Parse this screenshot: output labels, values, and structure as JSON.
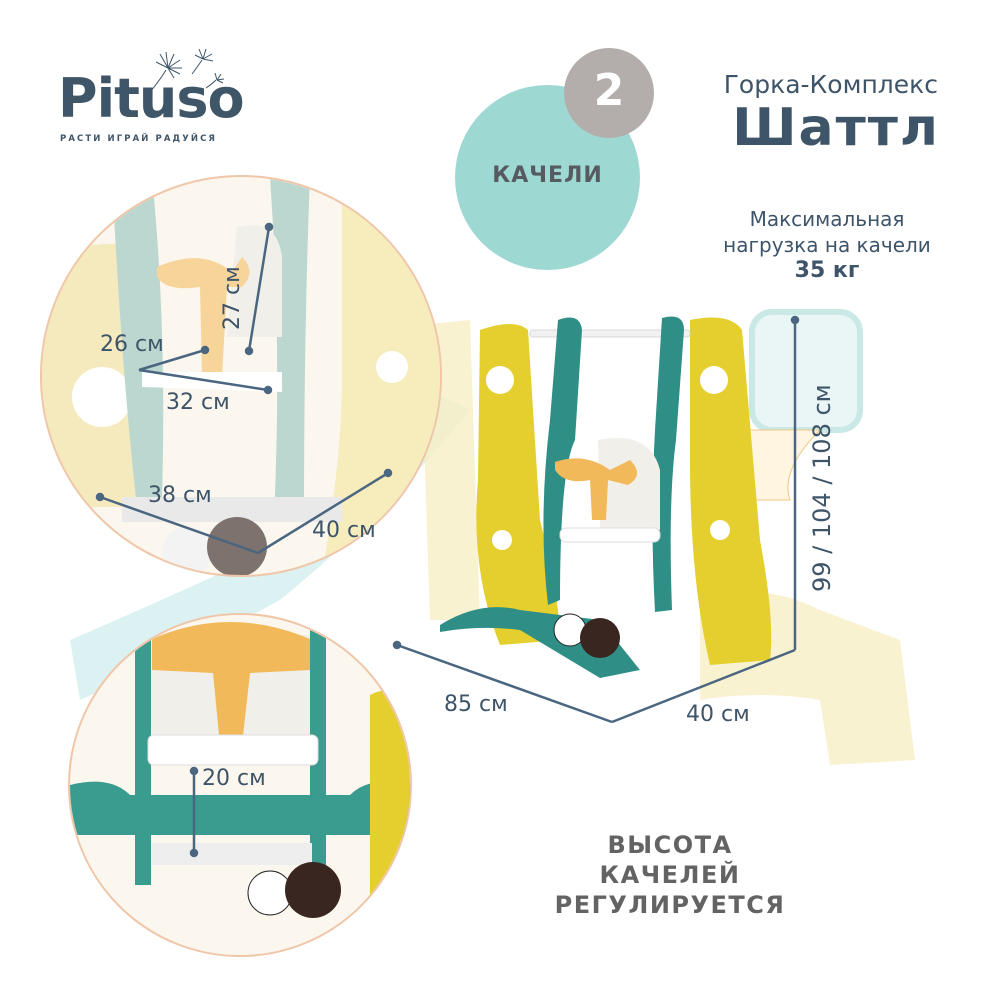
{
  "brand": {
    "name": "Pituso",
    "tagline": "РАСТИ ИГРАЙ РАДУЙСЯ",
    "color": "#3f5568"
  },
  "category": {
    "number": "2",
    "label": "КАЧЕЛИ",
    "circle_color": "#9ed8d3",
    "badge_color": "#b3aeab"
  },
  "product": {
    "subtitle": "Горка-Комплекс",
    "title": "Шаттл"
  },
  "max_load": {
    "line1": "Максимальная",
    "line2": "нагрузка на качели",
    "value": "35 кг"
  },
  "dimensions": {
    "seat_back_height": "27 см",
    "seat_depth": "26 см",
    "seat_width": "32 см",
    "base_width": "38 см",
    "base_depth": "40 см",
    "total_length": "85 см",
    "total_depth": "40 см",
    "total_height": "99 / 104 / 108 см",
    "seat_to_step": "20 см"
  },
  "slogan": {
    "line1": "ВЫСОТА",
    "line2": "КАЧЕЛЕЙ",
    "line3": "РЕГУЛИРУЕТСЯ"
  },
  "colors": {
    "yellow": "#e8cf2a",
    "teal": "#2f8f86",
    "orange": "#f2b95a",
    "dim_line": "#4a6680",
    "circle_border": "#efc6a8"
  }
}
